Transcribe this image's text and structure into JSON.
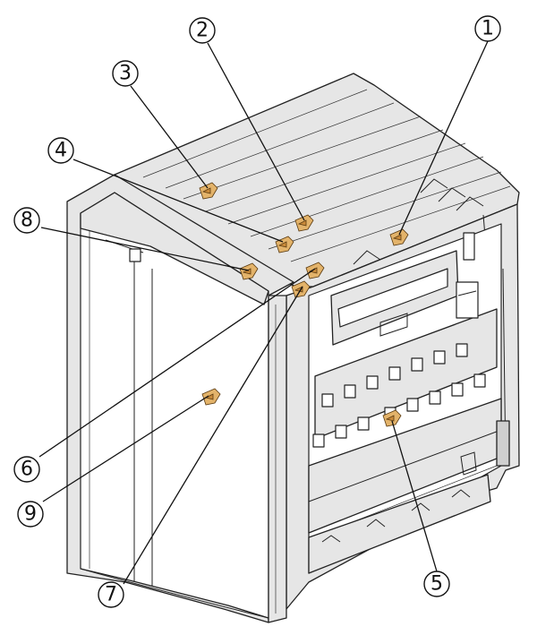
{
  "diagram": {
    "accent_color": "#e3b36a",
    "callouts": [
      {
        "id": "1",
        "label": "①"
      },
      {
        "id": "2",
        "label": "②"
      },
      {
        "id": "3",
        "label": "③"
      },
      {
        "id": "4",
        "label": "④"
      },
      {
        "id": "5",
        "label": "⑤"
      },
      {
        "id": "6",
        "label": "⑥"
      },
      {
        "id": "7",
        "label": "⑦"
      },
      {
        "id": "8",
        "label": "⑧"
      },
      {
        "id": "9",
        "label": "⑨"
      }
    ]
  }
}
